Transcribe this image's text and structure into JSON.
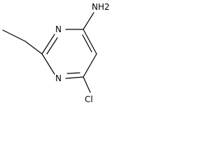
{
  "molecule": {
    "substituent_amine": "NH2",
    "substituent_chloro": "Cl",
    "ring_nitrogen_top": "N",
    "ring_nitrogen_bottom": "N"
  }
}
